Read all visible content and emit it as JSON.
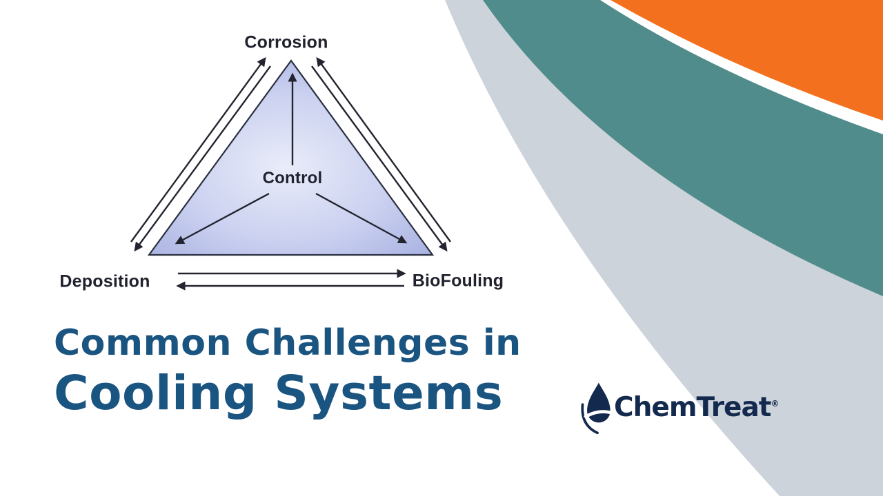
{
  "slide": {
    "title": {
      "line1": "Common Challenges in",
      "line2": "Cooling Systems"
    },
    "diagram": {
      "type": "triangle-relationship",
      "vertex_top": "Corrosion",
      "vertex_bottom_left": "Deposition",
      "vertex_bottom_right": "BioFouling",
      "center": "Control",
      "relationships": "bidirectional arrows along each triangle edge; Control points to all three vertices"
    },
    "logo": {
      "icon": "water-drop",
      "text": "ChemTreat",
      "registered": "®"
    },
    "colors": {
      "swoosh_orange": "#F3701E",
      "swoosh_teal": "#4F8C8B",
      "swoosh_gray": "#CDD3DA",
      "title_blue": "#1A5481",
      "logo_navy": "#14294E",
      "triangle_fill_light": "#E9ECF9",
      "triangle_fill_dark": "#A9B2E2",
      "line_color": "#23242f"
    }
  }
}
